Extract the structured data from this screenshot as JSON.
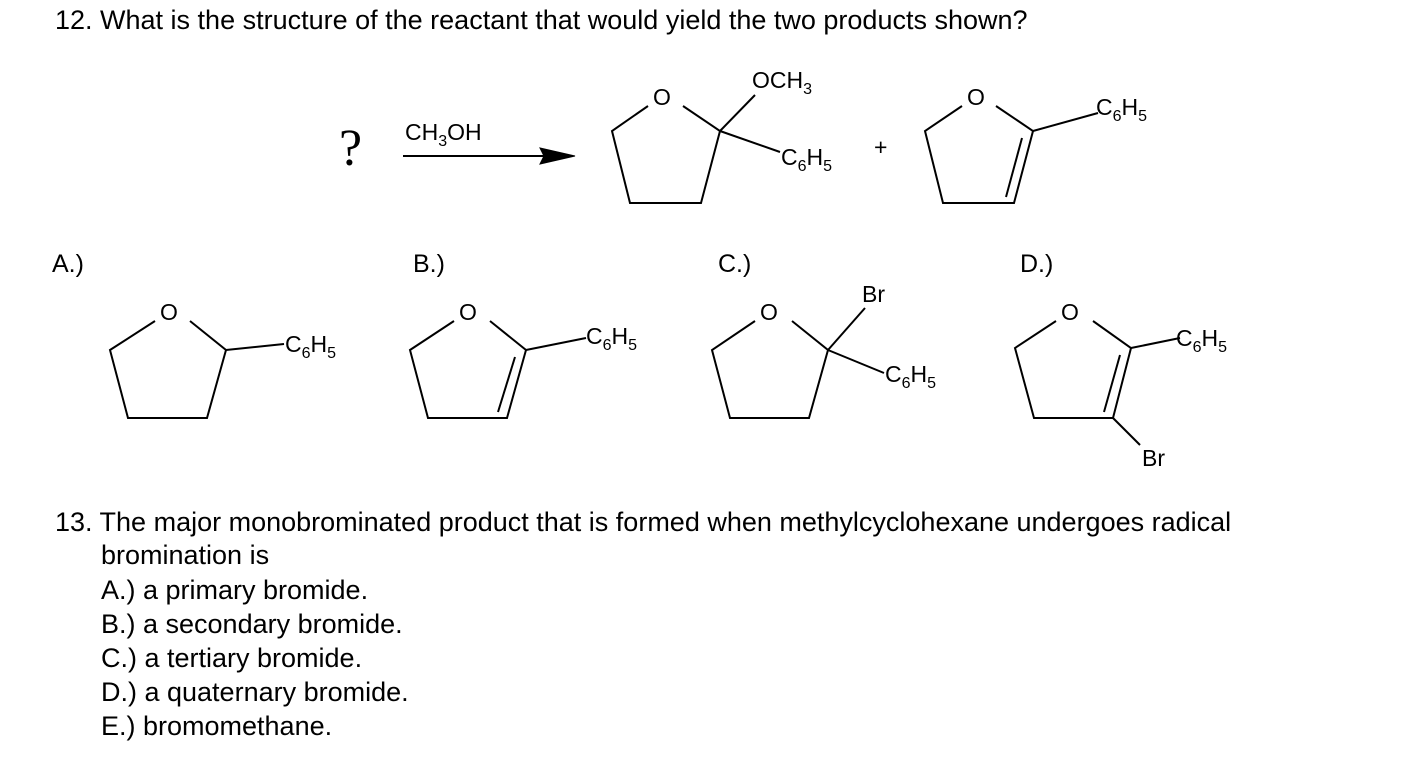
{
  "question12": {
    "text": "12. What is the structure of the reactant that would yield the two products shown?",
    "reaction": {
      "reactant": "?",
      "reagent": {
        "main": "CH",
        "sub": "3",
        "tail": "OH"
      },
      "plus": "+",
      "product1_groups": {
        "och3": {
          "main": "OCH",
          "sub": "3"
        },
        "phenyl": {
          "c": "C",
          "s1": "6",
          "h": "H",
          "s2": "5"
        }
      },
      "product2_groups": {
        "phenyl": {
          "c": "C",
          "s1": "6",
          "h": "H",
          "s2": "5"
        }
      }
    },
    "options": [
      {
        "label": "A.)"
      },
      {
        "label": "B.)"
      },
      {
        "label": "C.)",
        "substituent": "Br"
      },
      {
        "label": "D.)",
        "substituent": "Br"
      }
    ],
    "atoms": {
      "oxygen": "O",
      "phenyl": {
        "c": "C",
        "s1": "6",
        "h": "H",
        "s2": "5"
      }
    }
  },
  "question13": {
    "line1": "13. The major monobrominated product that is formed when methylcyclohexane undergoes radical",
    "line2": "bromination is",
    "options": [
      "A.) a primary bromide.",
      "B.) a secondary bromide.",
      "C.) a tertiary bromide.",
      "D.) a quaternary bromide.",
      "E.) bromomethane."
    ]
  }
}
